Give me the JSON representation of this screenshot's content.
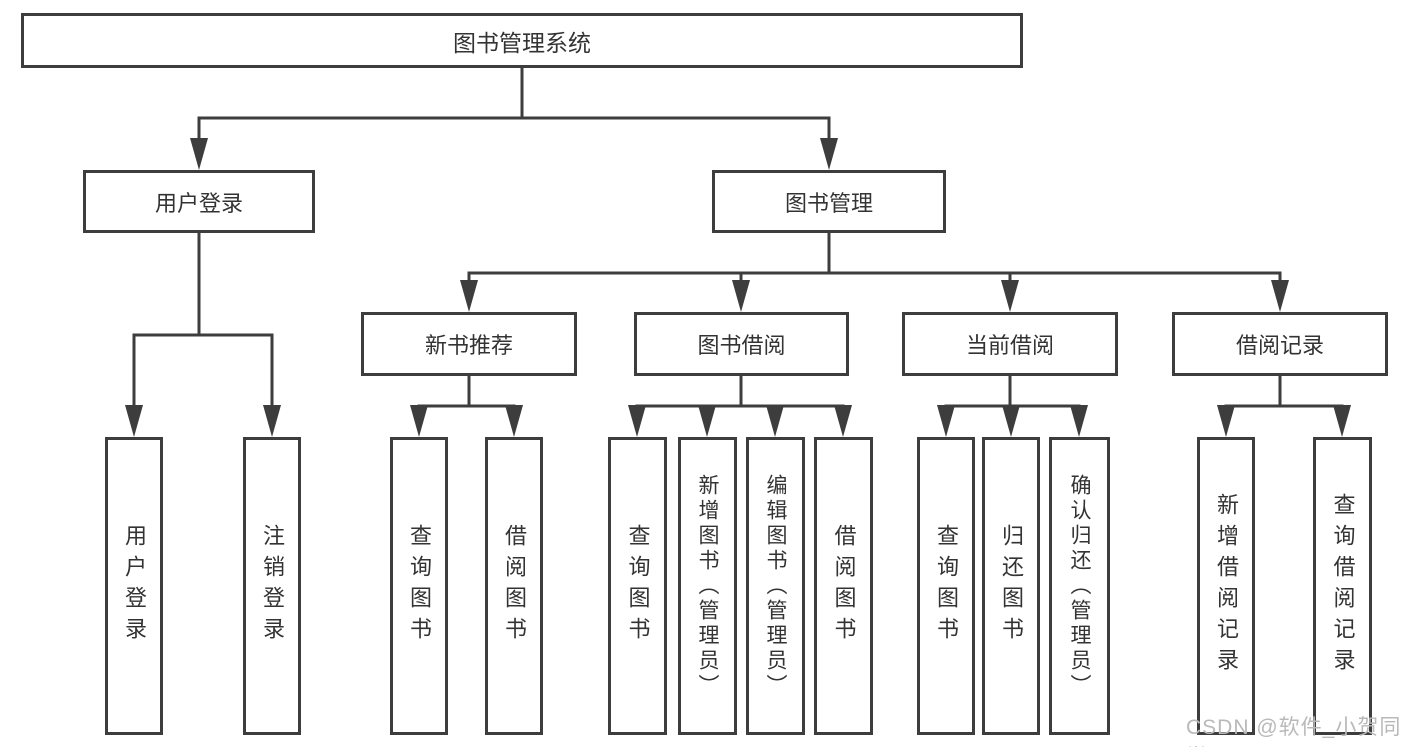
{
  "diagram": {
    "watermark": "CSDN @软件_小贺同学",
    "colors": {
      "line": "#3d3d3d",
      "text": "#333333",
      "watermark": "#b9b9b9",
      "background": "#ffffff"
    },
    "root": {
      "label": "图书管理系统"
    },
    "branches": [
      {
        "label": "用户登录",
        "children": [
          {
            "label": "用户登录"
          },
          {
            "label": "注销登录"
          }
        ]
      },
      {
        "label": "图书管理",
        "children": [
          {
            "label": "新书推荐",
            "children": [
              {
                "label": "查询图书"
              },
              {
                "label": "借阅图书"
              }
            ]
          },
          {
            "label": "图书借阅",
            "children": [
              {
                "label": "查询图书"
              },
              {
                "label": "新增图书（管理员）"
              },
              {
                "label": "编辑图书（管理员）"
              },
              {
                "label": "借阅图书"
              }
            ]
          },
          {
            "label": "当前借阅",
            "children": [
              {
                "label": "查询图书"
              },
              {
                "label": "归还图书"
              },
              {
                "label": "确认归还（管理员）"
              }
            ]
          },
          {
            "label": "借阅记录",
            "children": [
              {
                "label": "新增借阅记录"
              },
              {
                "label": "查询借阅记录"
              }
            ]
          }
        ]
      }
    ]
  }
}
